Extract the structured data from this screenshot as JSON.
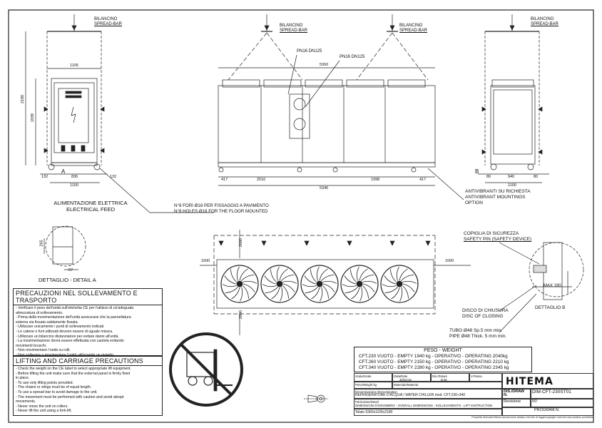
{
  "labels": {
    "spread_bar_it": "BILANCINO",
    "spread_bar_en": "SPREAD-BAR",
    "pn16_a": "PN16 DN125",
    "pn16_b": "PN16 DN125",
    "electrical_it": "ALIMENTAZIONE ELETTRICA",
    "electrical_en": "ELECTRICAL FEED",
    "holes_it": "N°8 FORI Ø18 PER FISSAGGIO A PAVIMENTO",
    "holes_en": "N°8 HOLES Ø18 FOR THE FLOOR MOUNTED",
    "antivib_it": "ANTIVIBRANTI SU RICHIESTA",
    "antivib_en1": "ANTIVIBRANT MOUNTINGS",
    "antivib_en2": "OPTION",
    "detail_a": "DETTAGLIO - DETAIL A",
    "detail_b": "DETTAGLIO B",
    "safety_it": "COPIGLIA DI SICUREZZA",
    "safety_en": "SAFETY PIN (SAFETY DEVICE)",
    "disc_it": "DISCO DI CHIUSURA",
    "disc_en": "DISC OF CLOSING",
    "pipe_it": "TUBO Ø48 Sp.5 mm min.",
    "pipe_en": "PIPE Ø48 Thick. 5 mm min.",
    "max180": "MAX 180",
    "mark_a": "A",
    "mark_b": "B"
  },
  "dims": {
    "front": {
      "w1105": "1105",
      "h2180": "2180",
      "h1939": "1939",
      "d132a": "132",
      "d836": "836",
      "d132b": "132",
      "w1100": "1100"
    },
    "side": {
      "w5360": "5360",
      "d417a": "417",
      "d2516": "2516",
      "d1998": "1998",
      "d417b": "417",
      "w5346": "5346"
    },
    "right": {
      "d80a": "80",
      "d940": "940",
      "d80b": "80",
      "w1100": "1100"
    },
    "plan": {
      "d1500": "1500",
      "d2000a": "2000",
      "d1000": "1000",
      "d2000b": "2000"
    },
    "detail": {
      "d265": "265",
      "d67": "67"
    }
  },
  "lifting_it": {
    "title": "PRECAUZIONI NEL SOLLEVAMENTO E TRASPORTO",
    "items": [
      "- Verificare il peso dell'unità sull'etichetta CE per l'utilizzo di un'adeguata",
      "attrezzatura di sollevamento.",
      "- Prima della movimentazione dell'unità assicurarsi che la pannellatura",
      "esterna sia fissata saldamente fissata.",
      "- Utilizzare unicamente i punti di sollevamento indicati.",
      "- Le catene o funi utilizzati devono essere di uguale misura.",
      "- Utilizzare un bilancino distanziatore per evitare danni all'unità.",
      "- La movimentazione dovrà essere effettuata con cautela evitando",
      "movimenti bruschi.",
      "- Non movimentare l'unità su rulli.",
      "- Non sollevare o movimentare l'unità utilizzando un muletto."
    ]
  },
  "lifting_en": {
    "title": "LIFTING AND CARRIAGE PRECAUTIONS",
    "items": [
      "- Check the weight on the CE label to select appropriate lift equipment.",
      "- Before lifting the unit make sure that the external panel is firmly fixed",
      "in place.",
      "- To use only lifting points provided.",
      "- The chains or slings must be of equal length.",
      "- To use a spread-bar to avoid damage to the unit.",
      "- The movement must be performed with caution and avoid abrupt",
      "movements.",
      "- Never move the unit on rollers.",
      "- Never lift the unit using a fork-lift."
    ]
  },
  "weights": {
    "title": "PESO - WEIGHT",
    "rows": [
      "CFT.230 VUOTO - EMPTY 1940 kg - OPERATIVO - OPERATING 2040kg",
      "CFT.260 VUOTO - EMPTY 2150 kg - OPERATIVO - OPERATING 2210 kg",
      "CFT.340 VUOTO - EMPTY 2280 kg - OPERATIVO - OPERATING 2345 kg"
    ]
  },
  "title_block": {
    "scala_label": "Scala/Scale",
    "data_label": "Data/Date",
    "data_value": "30/01/15",
    "dis_label": "Dis./Drawn",
    "dis_value": "M.M.",
    "verif_label": "V.Passa",
    "peso_label": "Peso/Weight kg",
    "materiale_label": "Materiale/Material",
    "denom_label": "Denominazione /Denomination",
    "denom_value": "REFRIGERATORE D'ACQUA / WATER CHILLER mod. CFT.230÷340",
    "particolare_label": "Particolare/Detail",
    "particolare_value": "DIMENSIONI D'INGOMBRO - OVERALL DIMENSIONS - SOLLEVAMENTO - LIFT INSTRUCTION",
    "telaio": "Telaio 5360x1105x2180",
    "brand": "HITEMA",
    "dis_n_label": "DIS./DRAW N.",
    "dis_n_value": "DIM-CFT-230ST01",
    "revisione_label": "Revisione",
    "revisione_value": "00",
    "programn_label": "PROGRAM.N.",
    "footer": "Proprietà riservata Hitema riproduzione vietata a termini di legge/copyright reserved reproduction prohibited"
  }
}
